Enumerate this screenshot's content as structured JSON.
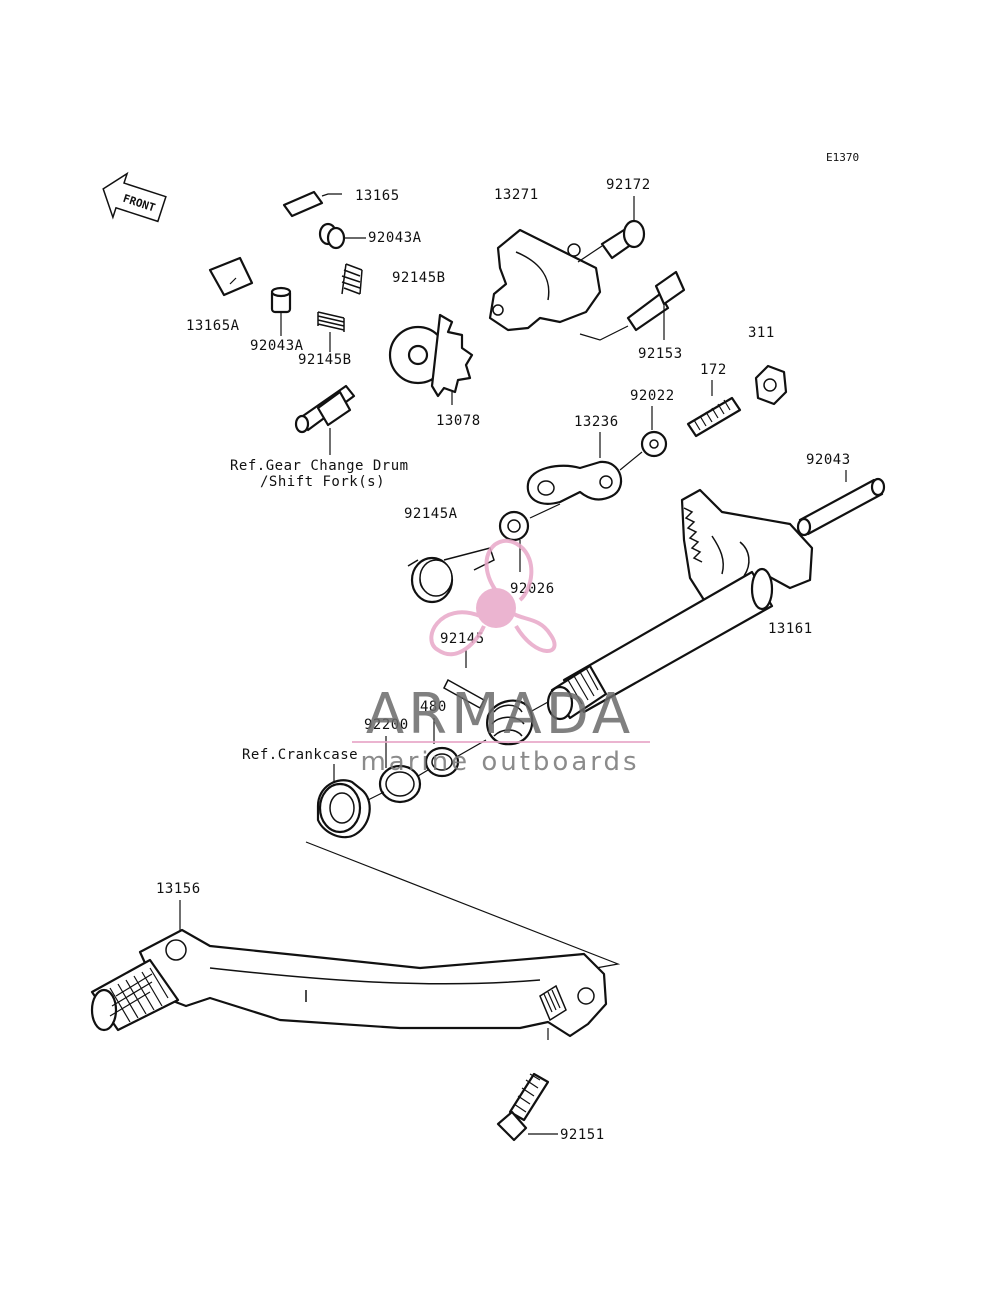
{
  "diagram_code": "E1370",
  "front_label": "FRONT",
  "parts": {
    "p13165": "13165",
    "p92043A_top": "92043A",
    "p92145B_top": "92145B",
    "p13165A": "13165A",
    "p92043A_bottom": "92043A",
    "p92145B_bottom": "92145B",
    "p13078": "13078",
    "p13271": "13271",
    "p92172": "92172",
    "p92153": "92153",
    "p311": "311",
    "p172": "172",
    "p92022": "92022",
    "p13236": "13236",
    "p92043": "92043",
    "p92145A": "92145A",
    "p92026": "92026",
    "p13161": "13161",
    "p92145": "92145",
    "p480": "480",
    "p92200": "92200",
    "p13156": "13156",
    "p92151": "92151"
  },
  "references": {
    "gear_change_line1": "Ref.Gear Change Drum",
    "gear_change_line2": "/Shift Fork(s)",
    "crankcase": "Ref.Crankcase"
  },
  "watermark": {
    "brand": "ARMADA",
    "tagline": "marine outboards",
    "color": "#e8a8c8"
  }
}
